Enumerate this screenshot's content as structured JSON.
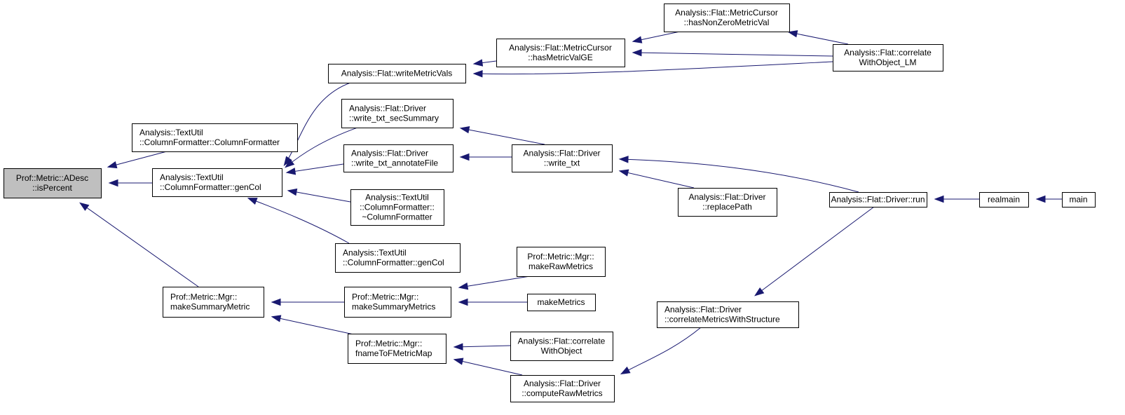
{
  "diagram": {
    "type": "doxygen-caller-graph",
    "root": "isPercent",
    "colors": {
      "edge": "#191970",
      "root_fill": "#bfbfbf",
      "node_fill": "#ffffff",
      "border": "#000000"
    },
    "nodes": [
      {
        "id": "isPercent",
        "lines": [
          "Prof::Metric::ADesc",
          "::isPercent"
        ],
        "root": true,
        "align": "center"
      },
      {
        "id": "cfCtor",
        "lines": [
          "Analysis::TextUtil",
          "::ColumnFormatter::ColumnFormatter"
        ],
        "align": "left"
      },
      {
        "id": "genColA",
        "lines": [
          "Analysis::TextUtil",
          "::ColumnFormatter::genCol"
        ],
        "align": "left"
      },
      {
        "id": "makeSummaryMetric",
        "lines": [
          "Prof::Metric::Mgr::",
          "makeSummaryMetric"
        ],
        "align": "left"
      },
      {
        "id": "writeMetricVals",
        "lines": [
          "Analysis::Flat::writeMetricVals"
        ],
        "align": "center"
      },
      {
        "id": "secSummary",
        "lines": [
          "Analysis::Flat::Driver",
          "::write_txt_secSummary"
        ],
        "align": "left"
      },
      {
        "id": "annotateFile",
        "lines": [
          "Analysis::Flat::Driver",
          "::write_txt_annotateFile"
        ],
        "align": "left"
      },
      {
        "id": "cfDtor",
        "lines": [
          "Analysis::TextUtil",
          "::ColumnFormatter::",
          "~ColumnFormatter"
        ],
        "align": "center"
      },
      {
        "id": "genColB",
        "lines": [
          "Analysis::TextUtil",
          "::ColumnFormatter::genCol"
        ],
        "align": "left"
      },
      {
        "id": "makeSummaryMetrics",
        "lines": [
          "Prof::Metric::Mgr::",
          "makeSummaryMetrics"
        ],
        "align": "left"
      },
      {
        "id": "fnameToFMetricMap",
        "lines": [
          "Prof::Metric::Mgr::",
          "fnameToFMetricMap"
        ],
        "align": "left"
      },
      {
        "id": "hasMetricValGE",
        "lines": [
          "Analysis::Flat::MetricCursor",
          "::hasMetricValGE"
        ],
        "align": "center"
      },
      {
        "id": "hasNonZeroMetricVal",
        "lines": [
          "Analysis::Flat::MetricCursor",
          "::hasNonZeroMetricVal"
        ],
        "align": "center"
      },
      {
        "id": "correlateWithObject_LM",
        "lines": [
          "Analysis::Flat::correlate",
          "WithObject_LM"
        ],
        "align": "center"
      },
      {
        "id": "writeTxt",
        "lines": [
          "Analysis::Flat::Driver",
          "::write_txt"
        ],
        "align": "center"
      },
      {
        "id": "replacePath",
        "lines": [
          "Analysis::Flat::Driver",
          "::replacePath"
        ],
        "align": "center"
      },
      {
        "id": "run",
        "lines": [
          "Analysis::Flat::Driver::run"
        ],
        "align": "center"
      },
      {
        "id": "realmain",
        "lines": [
          "realmain"
        ],
        "align": "center"
      },
      {
        "id": "main",
        "lines": [
          "main"
        ],
        "align": "center"
      },
      {
        "id": "makeRawMetrics",
        "lines": [
          "Prof::Metric::Mgr::",
          "makeRawMetrics"
        ],
        "align": "center"
      },
      {
        "id": "makeMetrics",
        "lines": [
          "makeMetrics"
        ],
        "align": "center"
      },
      {
        "id": "correlateMetricsWithStructure",
        "lines": [
          "Analysis::Flat::Driver",
          "::correlateMetricsWithStructure"
        ],
        "align": "left"
      },
      {
        "id": "correlateWithObject",
        "lines": [
          "Analysis::Flat::correlate",
          "WithObject"
        ],
        "align": "center"
      },
      {
        "id": "computeRawMetrics",
        "lines": [
          "Analysis::Flat::Driver",
          "::computeRawMetrics"
        ],
        "align": "center"
      }
    ],
    "edges": [
      {
        "from": "cfCtor",
        "to": "isPercent"
      },
      {
        "from": "genColA",
        "to": "isPercent"
      },
      {
        "from": "makeSummaryMetric",
        "to": "isPercent"
      },
      {
        "from": "writeMetricVals",
        "to": "genColA"
      },
      {
        "from": "secSummary",
        "to": "genColA"
      },
      {
        "from": "annotateFile",
        "to": "genColA"
      },
      {
        "from": "cfDtor",
        "to": "genColA"
      },
      {
        "from": "genColB",
        "to": "genColA"
      },
      {
        "from": "makeSummaryMetrics",
        "to": "makeSummaryMetric"
      },
      {
        "from": "fnameToFMetricMap",
        "to": "makeSummaryMetric"
      },
      {
        "from": "hasMetricValGE",
        "to": "writeMetricVals"
      },
      {
        "from": "correlateWithObject_LM",
        "to": "writeMetricVals"
      },
      {
        "from": "hasNonZeroMetricVal",
        "to": "hasMetricValGE"
      },
      {
        "from": "correlateWithObject_LM",
        "to": "hasMetricValGE"
      },
      {
        "from": "correlateWithObject_LM",
        "to": "hasNonZeroMetricVal"
      },
      {
        "from": "writeTxt",
        "to": "secSummary"
      },
      {
        "from": "writeTxt",
        "to": "annotateFile"
      },
      {
        "from": "run",
        "to": "writeTxt"
      },
      {
        "from": "replacePath",
        "to": "writeTxt"
      },
      {
        "from": "realmain",
        "to": "run"
      },
      {
        "from": "main",
        "to": "realmain"
      },
      {
        "from": "makeRawMetrics",
        "to": "makeSummaryMetrics"
      },
      {
        "from": "makeMetrics",
        "to": "makeSummaryMetrics"
      },
      {
        "from": "correlateWithObject",
        "to": "fnameToFMetricMap"
      },
      {
        "from": "computeRawMetrics",
        "to": "fnameToFMetricMap"
      },
      {
        "from": "correlateMetricsWithStructure",
        "to": "computeRawMetrics"
      },
      {
        "from": "run",
        "to": "correlateMetricsWithStructure"
      }
    ]
  }
}
